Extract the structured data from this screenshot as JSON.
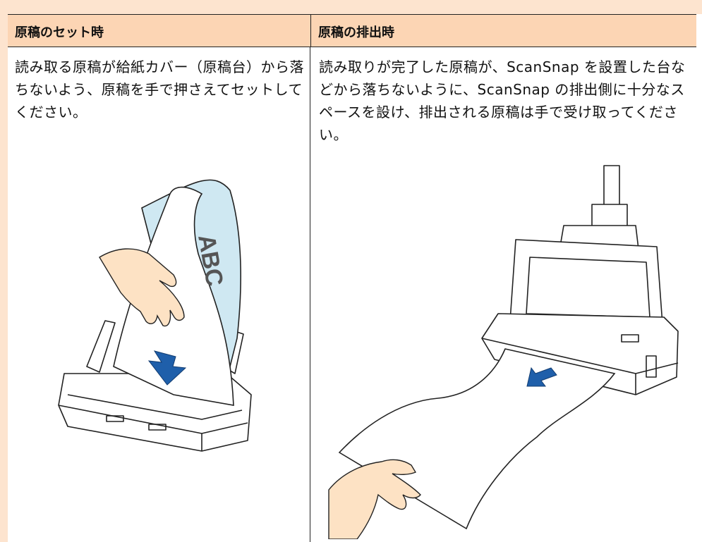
{
  "table": {
    "columns": [
      {
        "header": "原稿のセット時",
        "body": "読み取る原稿が給紙カバー（原稿台）から落ちないよう、原稿を手で押さえてセットしてください。"
      },
      {
        "header": "原稿の排出時",
        "body": "読み取りが完了した原稿が、ScanSnap を設置した台などから落ちないように、ScanSnap の排出側に十分なスペースを設け、排出される原稿は手で受け取ってください。"
      }
    ]
  },
  "colors": {
    "header_bg": "#fcd5b4",
    "side_bg": "#fde4cf",
    "arrow": "#1f5faa",
    "paper_tint": "#cfe8f2"
  },
  "illustrations": {
    "left": {
      "icon": "scanner-loading-document-icon",
      "page_marking": "ABC"
    },
    "right": {
      "icon": "scanner-ejecting-document-icon"
    }
  }
}
